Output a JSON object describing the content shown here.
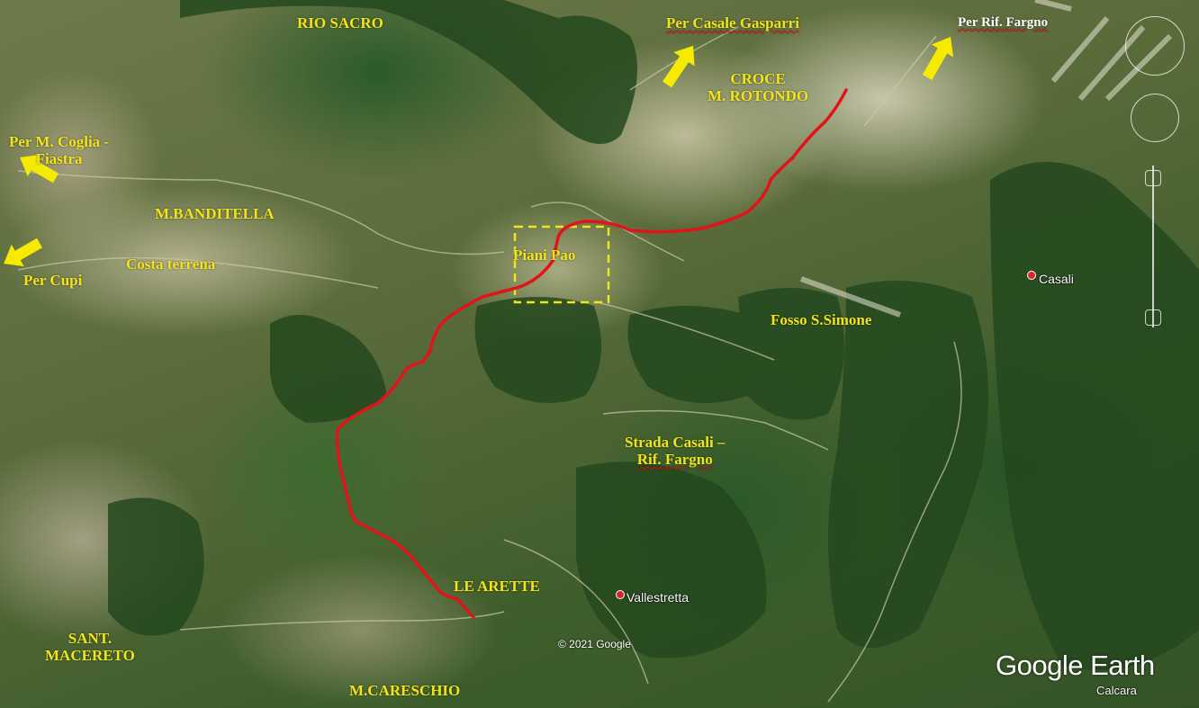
{
  "map": {
    "labels": {
      "rio_sacro": "RIO SACRO",
      "casale_gasparri": "Per Casale Gasparri",
      "rif_fargno": "Per Rif. Fargno",
      "croce_line1": "CROCE",
      "croce_line2": "M. ROTONDO",
      "coglia_line1": "Per M. Coglia -",
      "coglia_line2": "Fiastra",
      "banditella": "M.BANDITELLA",
      "cupi": "Per Cupi",
      "costa_terrena": "Costa terrena",
      "piani_pao": "Piani Pao",
      "fosso": "Fosso S.Simone",
      "strada_line1": "Strada Casali –",
      "strada_line2": "Rif. Fargno",
      "le_arette": "LE ARETTE",
      "sant_line1": "SANT.",
      "sant_line2": "MACERETO",
      "careschio": "M.CARESCHIO"
    },
    "places": {
      "casali": "Casali",
      "vallestretta": "Vallestretta",
      "calcara": "Calcara"
    },
    "attribution": {
      "copyright": "© 2021 Google",
      "logo": "Google Earth"
    },
    "colors": {
      "label": "#f2e41a",
      "route": "#e0141a",
      "arrow": "#f5ea00",
      "highlight_box": "#f2e41a"
    },
    "icons": [
      "arrow-icon",
      "location-pin-icon",
      "compass-icon",
      "zoom-slider-icon"
    ]
  }
}
